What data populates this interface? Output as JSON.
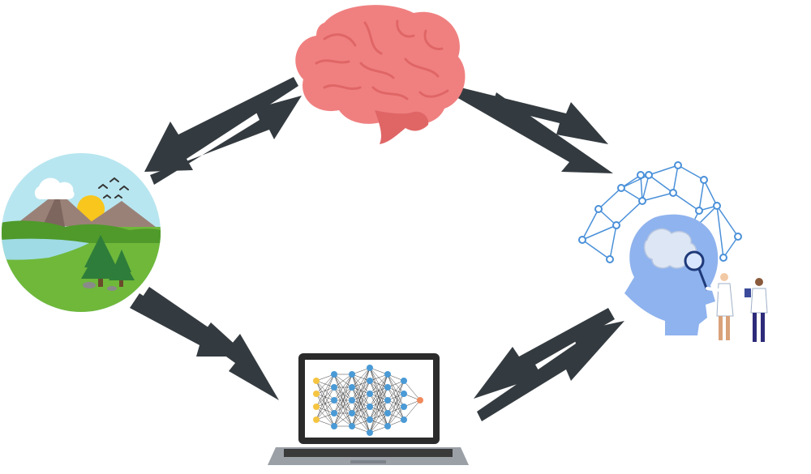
{
  "colors": {
    "arrow": "#343b40",
    "brain": "#f08080",
    "brain_dark": "#e06666",
    "sky": "#b8e6f0",
    "sun": "#f8c61c",
    "mountain": "#9a8178",
    "grass": "#6fb83a",
    "lake": "#9fdbe4",
    "tree": "#2e7d3a",
    "network_node": "#4a90d9",
    "head": "#8fb3ee",
    "laptop_body": "#2b2b2b",
    "nn_input": "#f5c542",
    "nn_hidden": "#4a9ad6",
    "nn_output": "#f08a5d"
  },
  "icons": [
    "brain-icon",
    "nature-landscape-icon",
    "ai-head-network-icon",
    "laptop-neural-network-icon"
  ],
  "arrows": [
    "brain-nature-exchange-arrows",
    "brain-ai-head-exchange-arrows",
    "nature-laptop-exchange-arrows",
    "laptop-ai-head-exchange-arrows"
  ]
}
